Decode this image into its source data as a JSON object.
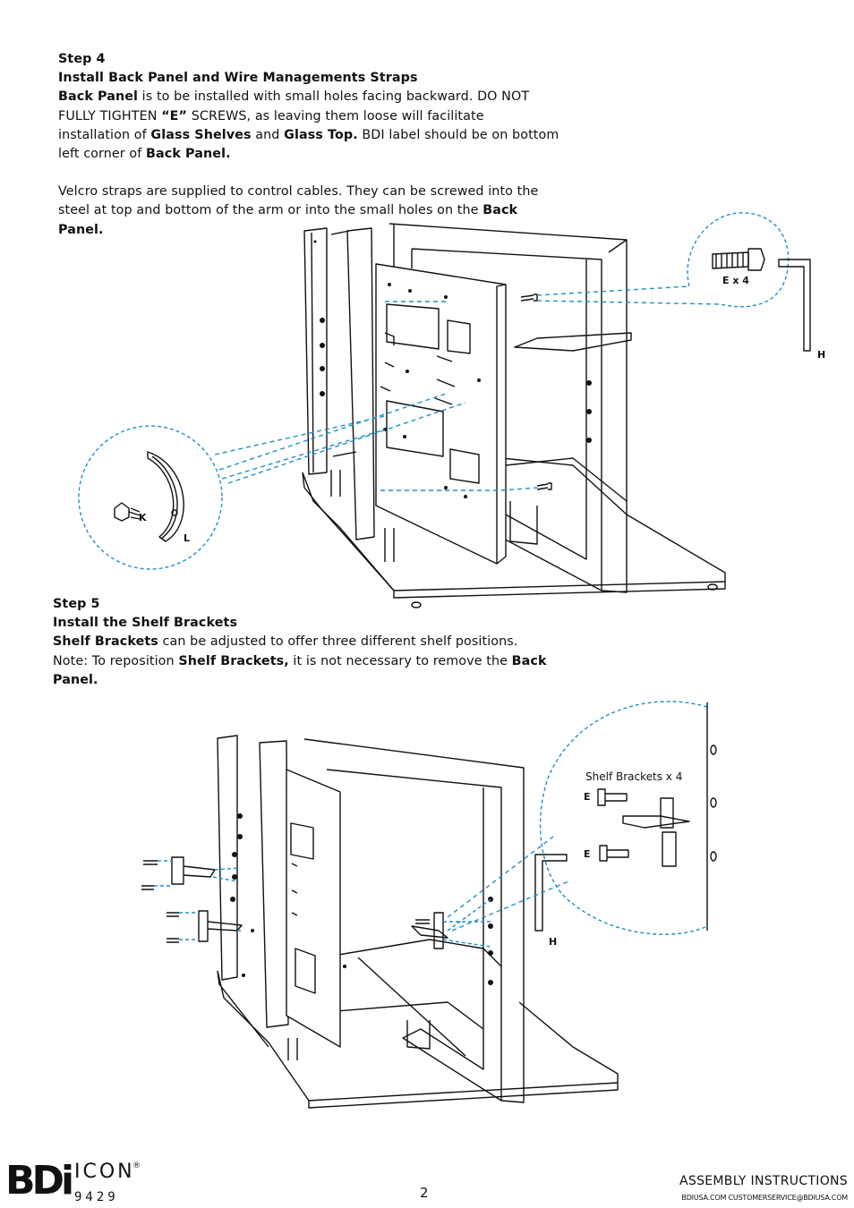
{
  "step4": {
    "heading": "Step 4",
    "title": "Install Back Panel and Wire Managements Straps",
    "p1": [
      {
        "t": "Back Panel",
        "b": true
      },
      {
        "t": " is to be installed with small holes facing backward. DO NOT FULLY TIGHTEN ",
        "b": false
      },
      {
        "t": "“E”",
        "b": true
      },
      {
        "t": " SCREWS, as leaving them loose will facilitate installation of ",
        "b": false
      },
      {
        "t": "Glass Shelves",
        "b": true
      },
      {
        "t": " and ",
        "b": false
      },
      {
        "t": "Glass Top.",
        "b": true
      },
      {
        "t": " BDI label should be on bottom left corner of ",
        "b": false
      },
      {
        "t": "Back Panel.",
        "b": true
      }
    ],
    "p2": [
      {
        "t": "Velcro straps are supplied to control cables. They can be screwed into the steel at top and bottom of the arm or into the small holes on the ",
        "b": false
      },
      {
        "t": "Back Panel.",
        "b": true
      }
    ],
    "callout_screw": "E x 4",
    "callout_key": "H",
    "callout_k": "K",
    "callout_l": "L"
  },
  "step5": {
    "heading": "Step 5",
    "title": "Install the Shelf Brackets",
    "p1": [
      {
        "t": "Shelf Brackets",
        "b": true
      },
      {
        "t": " can be adjusted to offer three different shelf positions. Note: To reposition ",
        "b": false
      },
      {
        "t": "Shelf Brackets,",
        "b": true
      },
      {
        "t": " it is not necessary to remove the ",
        "b": false
      },
      {
        "t": "Back Panel.",
        "b": true
      }
    ],
    "callout_title": "Shelf Brackets x 4",
    "callout_e1": "E",
    "callout_e2": "E",
    "callout_key": "H"
  },
  "footer": {
    "logo": "BDi",
    "brand": "ICON",
    "reg": "®",
    "model": "9429",
    "page": "2",
    "doc": "ASSEMBLY INSTRUCTIONS",
    "web": "BDIUSA.COM  CUSTOMERSERVICE@BDIUSA.COM"
  },
  "colors": {
    "callout": "#1e90c8",
    "line": "#111111"
  }
}
